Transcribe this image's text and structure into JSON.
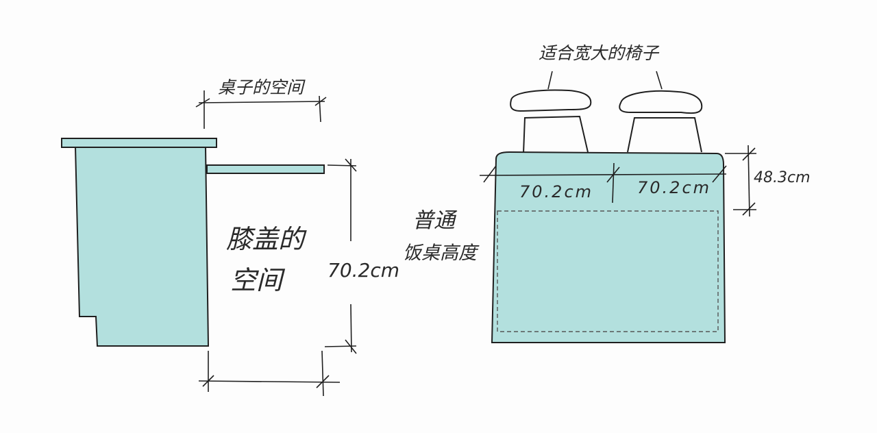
{
  "side_view": {
    "desk_space_label": "桌子的空间",
    "knee_space_label_line1": "膝盖的",
    "knee_space_label_line2": "空间",
    "height_label": "70.2cm"
  },
  "front_view": {
    "chairs_label": "适合宽大的椅子",
    "width_left_label": "70.2cm",
    "width_right_label": "70.2cm",
    "top_depth_label": "48.3cm",
    "table_label_line1": "普通",
    "table_label_line2": "饭桌高度"
  },
  "colors": {
    "fill": "#b3e0de",
    "stroke": "#1f1f1f"
  }
}
